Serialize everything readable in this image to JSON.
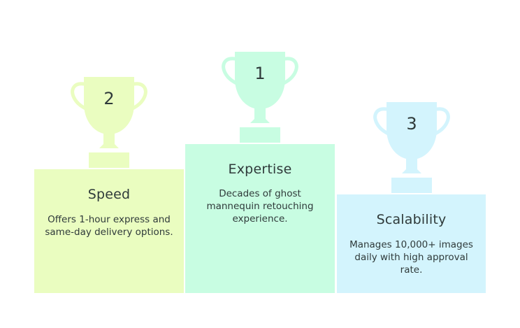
{
  "podiums": [
    {
      "rank": "2",
      "title": "Speed",
      "description": "Offers 1-hour express and same-day delivery options.",
      "color": "#eafdc0"
    },
    {
      "rank": "1",
      "title": "Expertise",
      "description": "Decades of ghost mannequin retouching experience.",
      "color": "#c8fde2"
    },
    {
      "rank": "3",
      "title": "Scalability",
      "description": "Manages 10,000+ images daily with high approval rate.",
      "color": "#d3f4fd"
    }
  ],
  "icons": {
    "trophy": "trophy-icon"
  }
}
